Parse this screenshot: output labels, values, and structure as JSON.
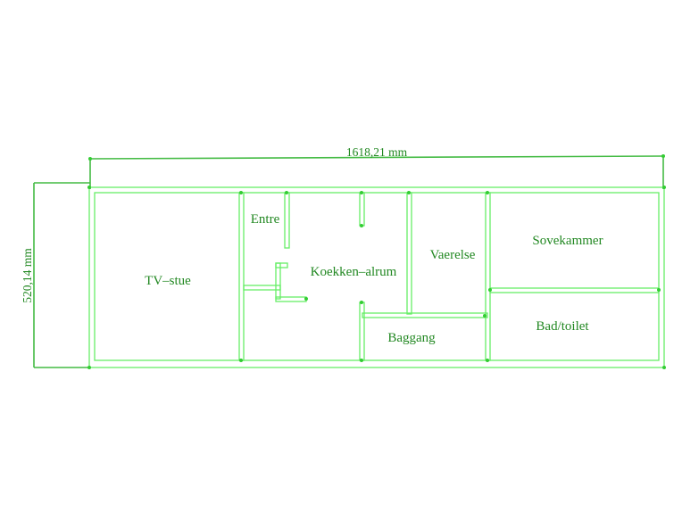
{
  "colors": {
    "wall": "#66ee66",
    "dimension": "#44bb44",
    "label": "#228822",
    "node": "#33cc33",
    "background": "#ffffff"
  },
  "dimensions": {
    "width_label": "1618,21 mm",
    "height_label": "520,14 mm"
  },
  "rooms": [
    {
      "id": "tv-stue",
      "label": "TV–stue"
    },
    {
      "id": "entre",
      "label": "Entre"
    },
    {
      "id": "koekken-alrum",
      "label": "Koekken–alrum"
    },
    {
      "id": "vaerelse",
      "label": "Vaerelse"
    },
    {
      "id": "sovekammer",
      "label": "Sovekammer"
    },
    {
      "id": "baggang",
      "label": "Baggang"
    },
    {
      "id": "bad-toilet",
      "label": "Bad/toilet"
    }
  ]
}
